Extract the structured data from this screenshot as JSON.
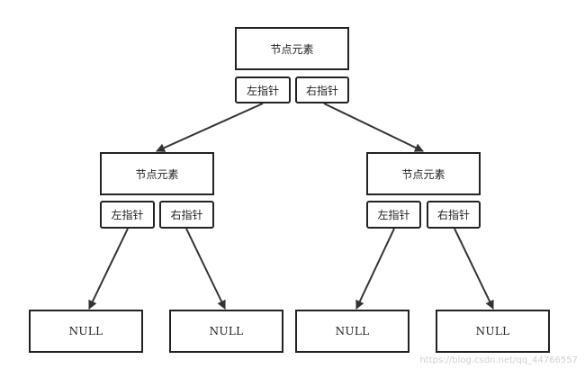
{
  "diagram": {
    "root": {
      "value": "节点元素",
      "left": "左指针",
      "right": "右指针"
    },
    "left_child": {
      "value": "节点元素",
      "left": "左指针",
      "right": "右指针"
    },
    "right_child": {
      "value": "节点元素",
      "left": "左指针",
      "right": "右指针"
    },
    "leaves": [
      "NULL",
      "NULL",
      "NULL",
      "NULL"
    ]
  },
  "watermark": "https://blog.csdn.net/qq_44766557",
  "colors": {
    "line": "#333333",
    "border": "#222222",
    "watermark": "#d0d0d0"
  }
}
